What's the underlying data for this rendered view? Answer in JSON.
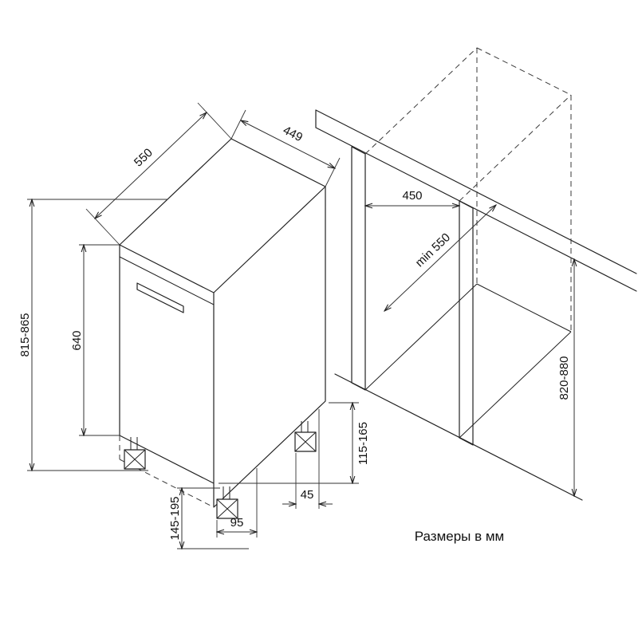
{
  "note": "Размеры в мм",
  "ink_color": "#222222",
  "cabinet": {
    "depth": "550",
    "width": "449",
    "door_height": "640",
    "total_height": "815-865",
    "foot_height": "145-195",
    "front_foot_inset": "95",
    "back_foot_inset": "45",
    "plinth_height": "115-165"
  },
  "niche": {
    "width": "450",
    "depth": "min 550",
    "height": "820-880"
  }
}
